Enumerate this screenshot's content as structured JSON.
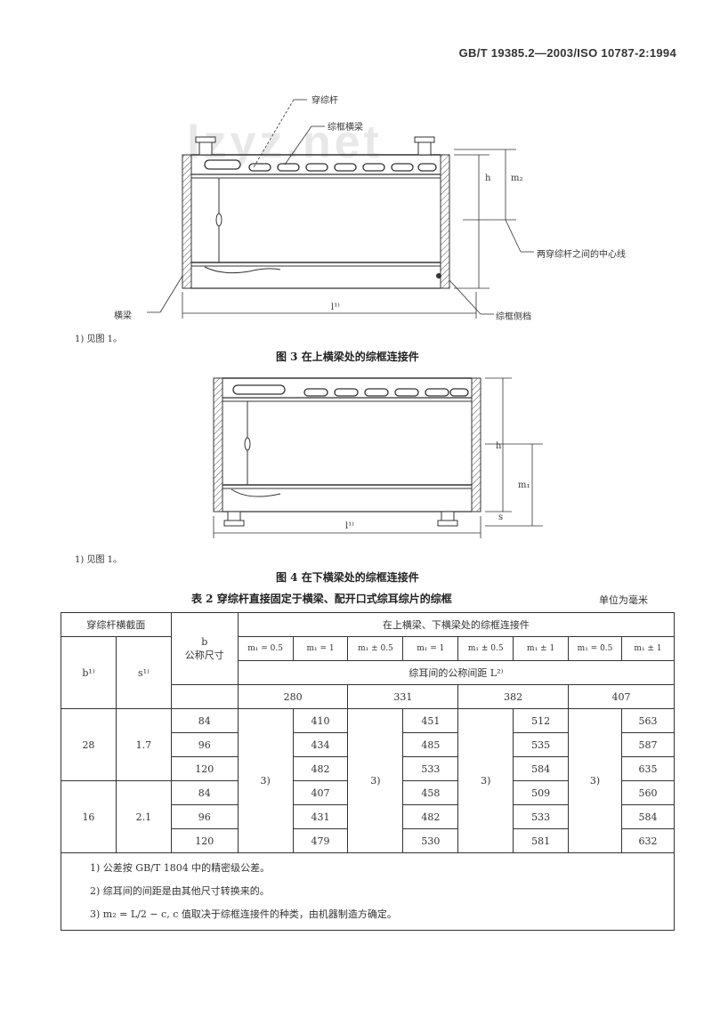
{
  "header": {
    "standard": "GB/T 19385.2—2003/ISO 10787-2:1994"
  },
  "watermark": "lzyz.net",
  "figure3": {
    "labels": {
      "heald_rod": "穿综杆",
      "top_beam": "综框横梁",
      "center_line": "两穿综杆之间的中心线",
      "side_stay": "综框侧档",
      "beam_left": "横梁",
      "dim_h": "h",
      "dim_m2": "m₂",
      "dim_l": "l¹⁾",
      "footnote": "1) 见图 1。"
    },
    "caption": "图 3 在上横梁处的综框连接件"
  },
  "figure4": {
    "labels": {
      "dim_h": "h",
      "dim_m1": "m₁",
      "dim_l": "l¹⁾",
      "dim_s": "s",
      "footnote": "1) 见图 1。"
    },
    "caption": "图 4 在下横梁处的综框连接件"
  },
  "table2": {
    "title": "表 2 穿综杆直接固定于横梁、配开口式综耳综片的综框",
    "unit": "单位为毫米",
    "head": {
      "section": "穿综杆横截面",
      "b_col": "b¹⁾",
      "s_col": "s¹⁾",
      "nominal": [
        "b",
        "公称尺寸"
      ],
      "connect_title": "在上横梁、下横梁处的综框连接件",
      "tolerances": [
        "m₁ = 0.5",
        "m₁ = 1",
        "m₁ ± 0.5",
        "m₁ = 1",
        "m₁ ± 0.5",
        "m₁ ± 1",
        "m₁ = 0.5",
        "m₁ ± 1"
      ],
      "length_title": "综耳间的公称间距 L²⁾",
      "lengths": [
        "280",
        "331",
        "382",
        "407"
      ]
    },
    "groups": [
      {
        "b": "28",
        "s": "1.7",
        "rows": [
          {
            "nominal": "84",
            "v": [
              "410",
              "451",
              "512",
              "563"
            ]
          },
          {
            "nominal": "96",
            "v": [
              "434",
              "485",
              "535",
              "587"
            ]
          },
          {
            "nominal": "120",
            "v": [
              "482",
              "533",
              "584",
              "635"
            ]
          }
        ]
      },
      {
        "b": "16",
        "s": "2.1",
        "rows": [
          {
            "nominal": "84",
            "v": [
              "407",
              "458",
              "509",
              "560"
            ]
          },
          {
            "nominal": "96",
            "v": [
              "431",
              "482",
              "533",
              "584"
            ]
          },
          {
            "nominal": "120",
            "v": [
              "479",
              "530",
              "581",
              "632"
            ]
          }
        ]
      }
    ],
    "ref": "3)",
    "notes": [
      "1) 公差按 GB/T 1804 中的精密级公差。",
      "2) 综耳间的间距是由其他尺寸转换来的。",
      "3) m₂ = L/2 − c, c 值取决于综框连接件的种类，由机器制造方确定。"
    ]
  }
}
